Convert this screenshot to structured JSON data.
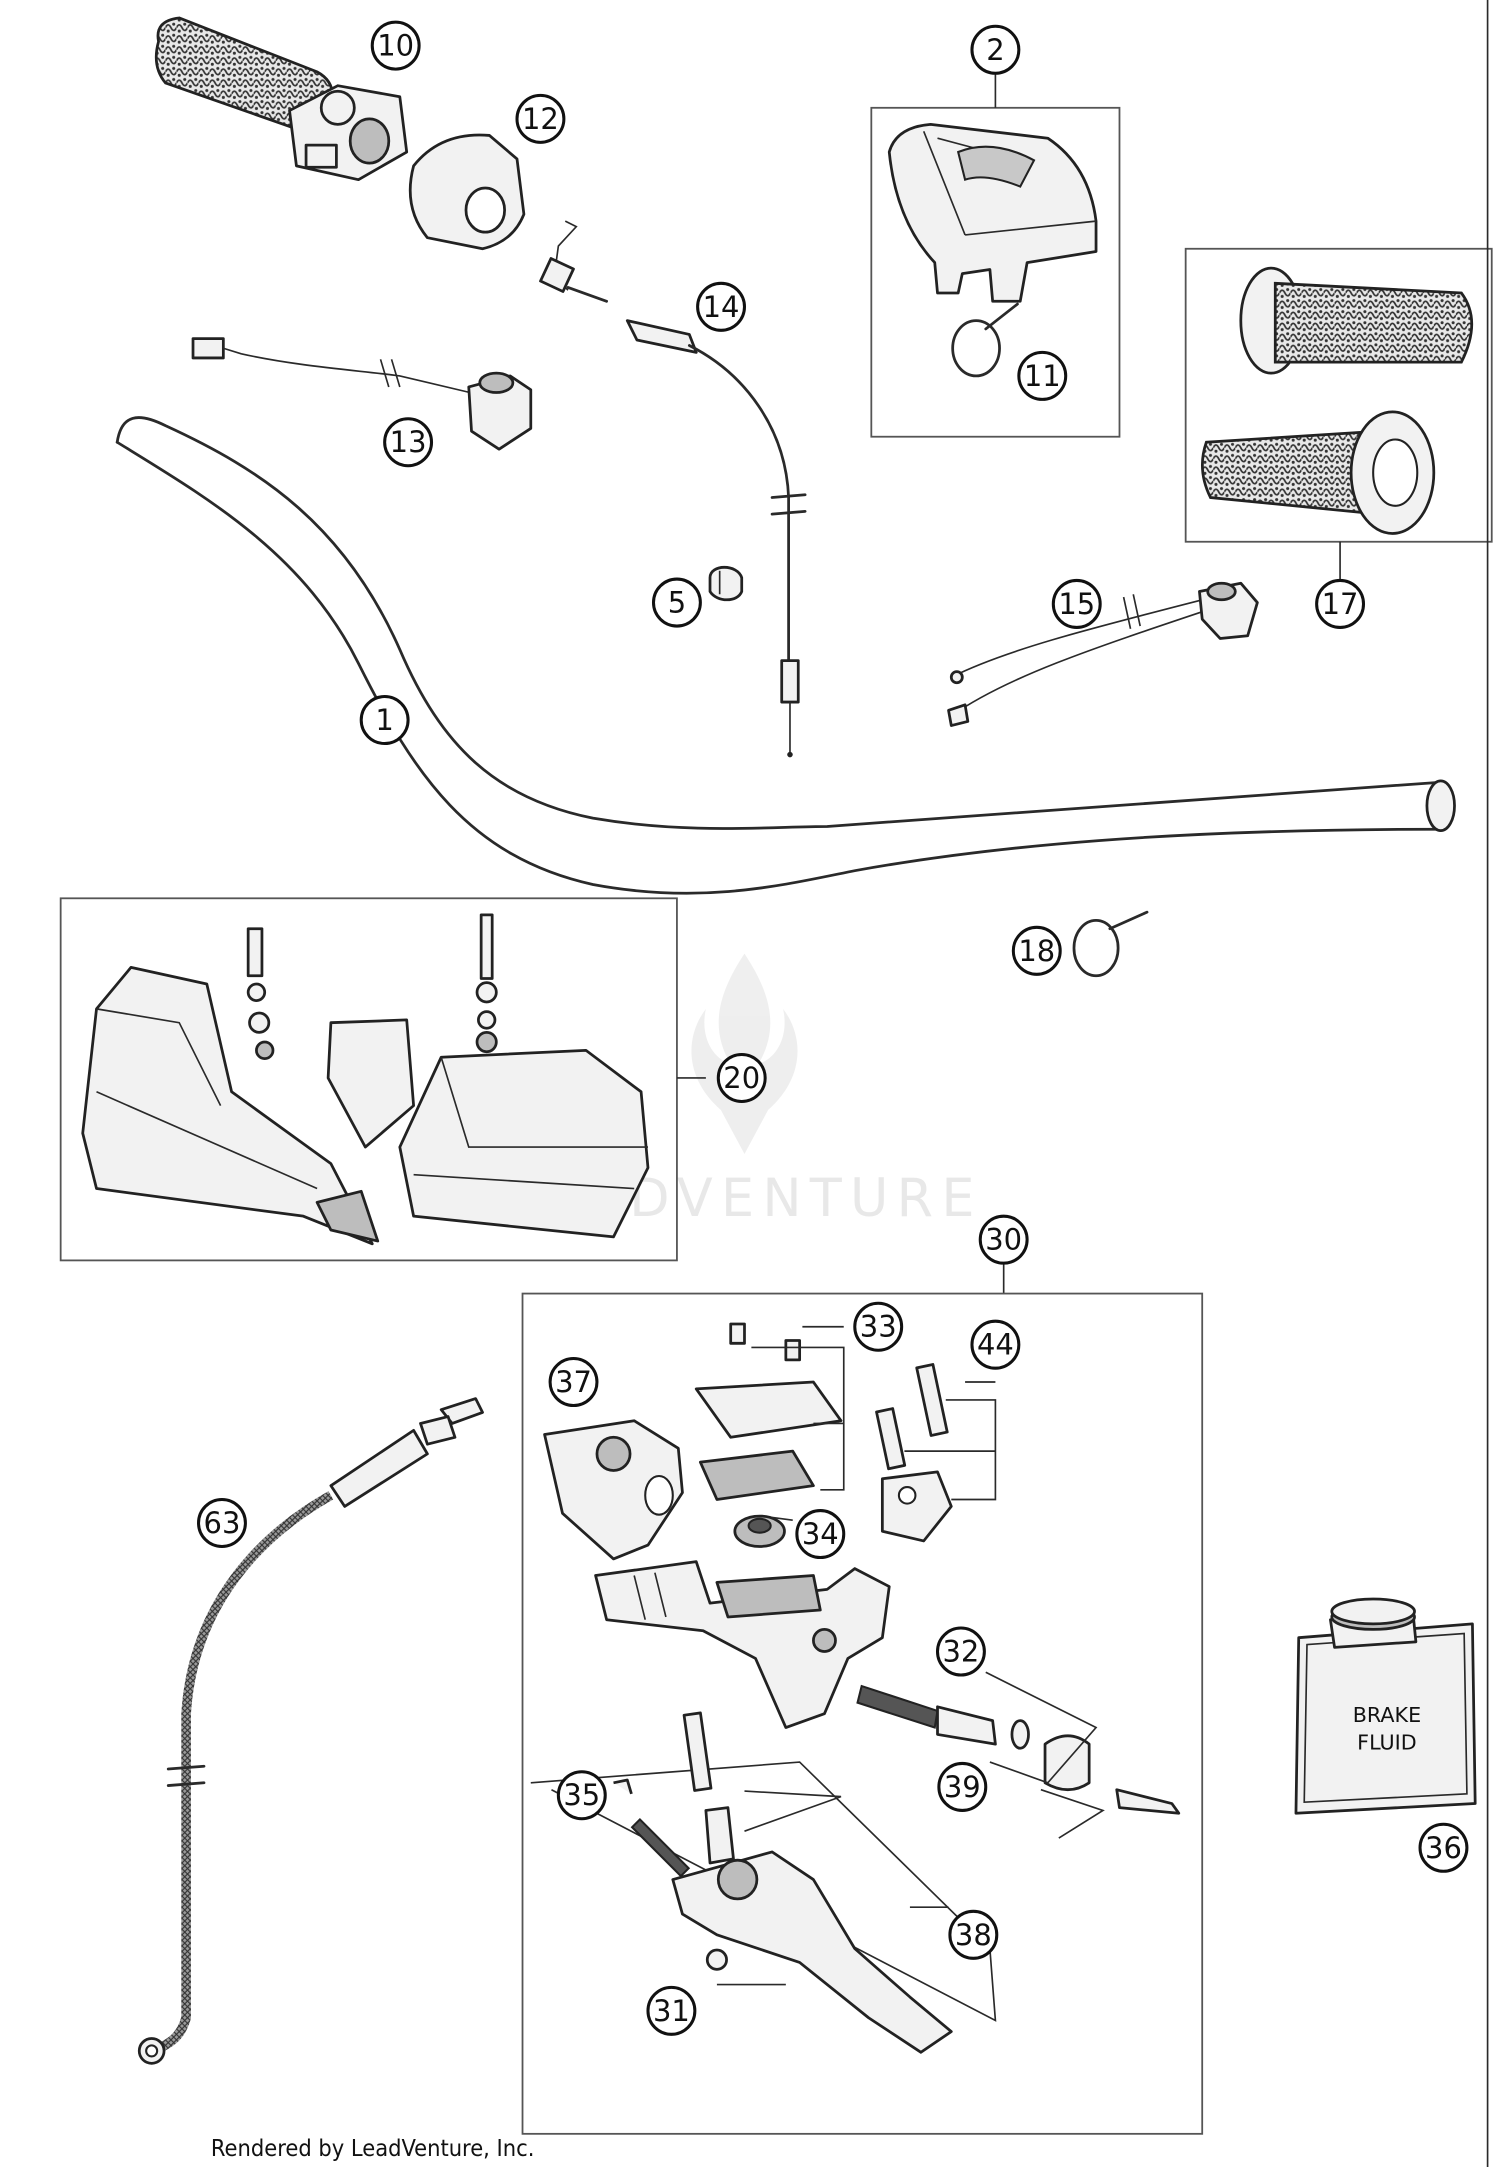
{
  "diagram": {
    "callouts": [
      {
        "id": "c10",
        "label": "10"
      },
      {
        "id": "c12",
        "label": "12"
      },
      {
        "id": "c2",
        "label": "2"
      },
      {
        "id": "c14",
        "label": "14"
      },
      {
        "id": "c11",
        "label": "11"
      },
      {
        "id": "c13",
        "label": "13"
      },
      {
        "id": "c5",
        "label": "5"
      },
      {
        "id": "c15",
        "label": "15"
      },
      {
        "id": "c17",
        "label": "17"
      },
      {
        "id": "c1",
        "label": "1"
      },
      {
        "id": "c18",
        "label": "18"
      },
      {
        "id": "c20",
        "label": "20"
      },
      {
        "id": "c30",
        "label": "30"
      },
      {
        "id": "c33",
        "label": "33"
      },
      {
        "id": "c44",
        "label": "44"
      },
      {
        "id": "c37",
        "label": "37"
      },
      {
        "id": "c34",
        "label": "34"
      },
      {
        "id": "c63",
        "label": "63"
      },
      {
        "id": "c32",
        "label": "32"
      },
      {
        "id": "c39",
        "label": "39"
      },
      {
        "id": "c35",
        "label": "35"
      },
      {
        "id": "c38",
        "label": "38"
      },
      {
        "id": "c31",
        "label": "31"
      },
      {
        "id": "c36",
        "label": "36"
      }
    ],
    "brake_fluid_label": [
      "BRAKE",
      "FLUID"
    ],
    "watermark": "LEADVENTURE"
  },
  "footer": {
    "text": "Rendered by LeadVenture, Inc."
  }
}
